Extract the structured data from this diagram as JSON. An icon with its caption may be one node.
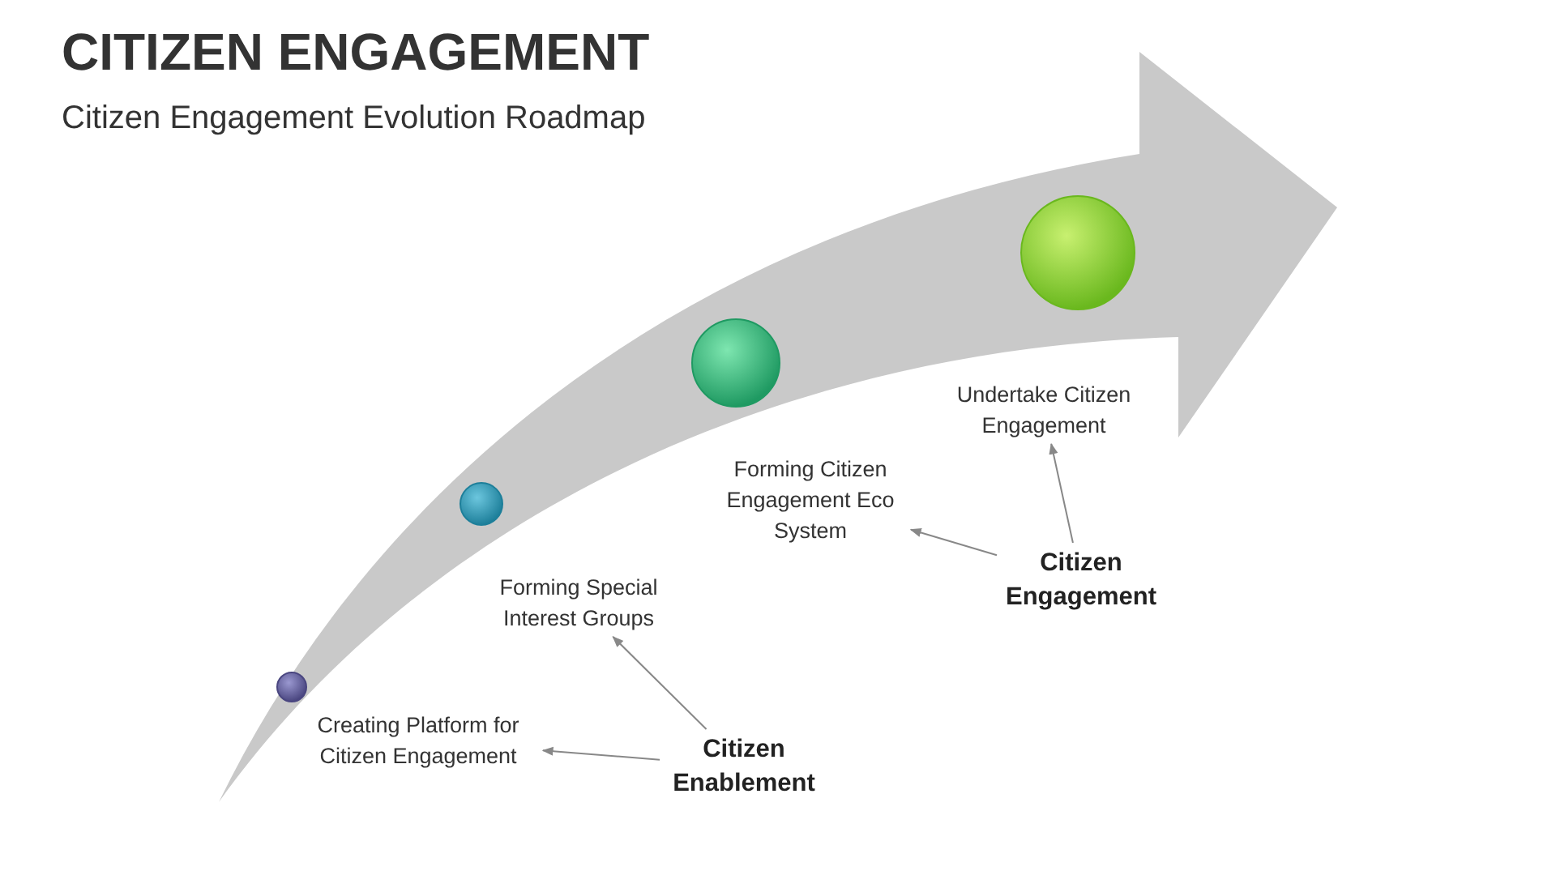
{
  "diagram": {
    "title": "CITIZEN ENGAGEMENT",
    "nodes": [
      {
        "text": [],
        "shape": "circle"
      },
      {
        "text": [],
        "shape": "circle"
      },
      {
        "text": [],
        "shape": "circle"
      },
      {
        "text": [],
        "shape": "circle"
      },
      {
        "text": [
          "Undertake Citizen Engagement"
        ]
      },
      {
        "text": [
          "Forming Citizen Engagement Eco System"
        ]
      },
      {
        "text": [
          "Citizen Engagement"
        ]
      },
      {
        "text": [
          "Forming Special Interest Groups"
        ]
      },
      {
        "text": [
          "Creating Platform for Citizen Engagement"
        ]
      },
      {
        "text": [
          "Citizen Enablement"
        ]
      }
    ],
    "edges": [
      {
        "from": 9,
        "to": 8,
        "arrow": "to"
      },
      {
        "from": 9,
        "to": 7,
        "arrow": "to"
      },
      {
        "from": 6,
        "to": 5,
        "arrow": "to"
      },
      {
        "from": 6,
        "to": 4,
        "arrow": "to"
      }
    ],
    "labels": [
      "Citizen Engagement Evolution Roadmap"
    ]
  }
}
